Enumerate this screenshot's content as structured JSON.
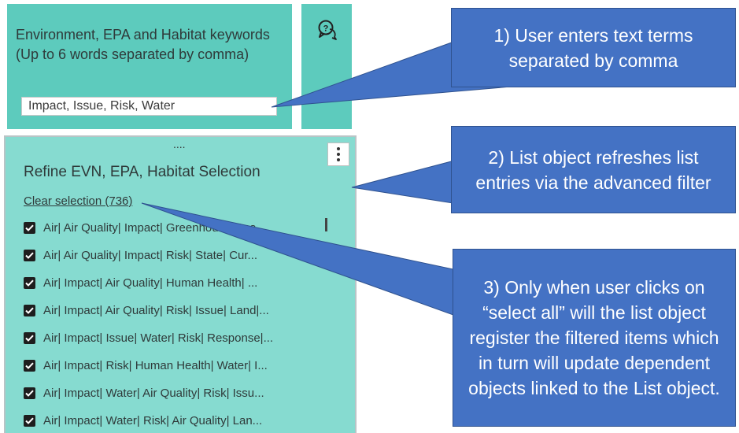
{
  "keyword_panel": {
    "label": "Environment, EPA and Habitat keywords  (Up to 6 words separated by comma)",
    "input_value": "Impact, Issue, Risk, Water"
  },
  "help": {
    "icon": "question-chat-icon"
  },
  "list_panel": {
    "drag_handle": "....",
    "title": "Refine EVN, EPA, Habitat Selection",
    "clear_selection": "Clear selection (736)",
    "items": [
      {
        "label": "Air| Air Quality| Impact| Greenhouse Gas...",
        "checked": true
      },
      {
        "label": "Air| Air Quality| Impact| Risk| State| Cur...",
        "checked": true
      },
      {
        "label": "Air| Impact| Air Quality| Human Health| ...",
        "checked": true
      },
      {
        "label": "Air| Impact| Air Quality| Risk| Issue| Land|...",
        "checked": true
      },
      {
        "label": "Air| Impact| Issue| Water| Risk| Response|...",
        "checked": true
      },
      {
        "label": "Air| Impact| Risk| Human Health| Water| I...",
        "checked": true
      },
      {
        "label": "Air| Impact| Water| Air Quality| Risk| Issu...",
        "checked": true
      },
      {
        "label": "Air| Impact| Water| Risk| Air Quality| Lan...",
        "checked": true
      }
    ]
  },
  "callouts": [
    {
      "text": "1) User enters text terms separated by comma"
    },
    {
      "text": "2) List object refreshes list entries via the advanced filter"
    },
    {
      "text": "3) Only when user clicks on “select all” will the list object register the filtered items which in turn will update dependent objects linked to the List object."
    }
  ],
  "colors": {
    "panel_dark": "#5dcbbd",
    "panel_light": "#86dbd0",
    "callout_blue": "#4472c4"
  }
}
